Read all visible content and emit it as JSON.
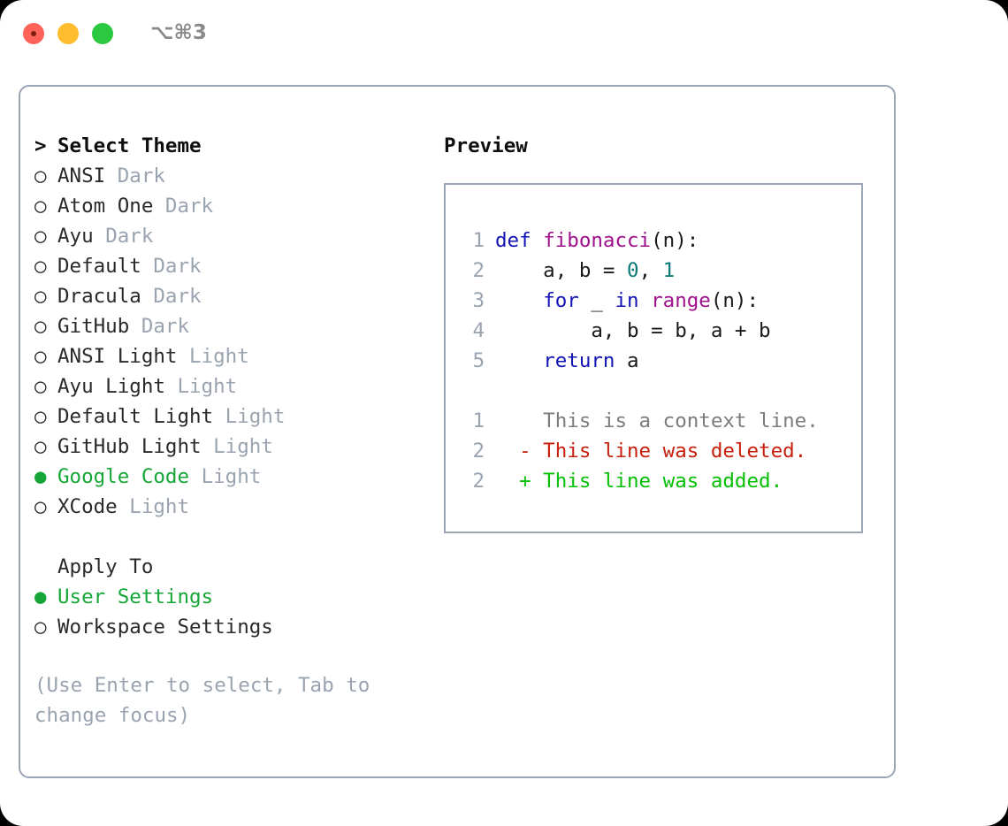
{
  "titlebar": {
    "shortcut": "⌥⌘3",
    "lights": [
      "close-red",
      "minimize-yellow",
      "zoom-green"
    ]
  },
  "theme_panel": {
    "heading": "Select Theme",
    "heading_marker": ">",
    "unselected_marker": "○",
    "selected_marker": "●",
    "items": [
      {
        "name": "ANSI",
        "variant": "Dark",
        "selected": false
      },
      {
        "name": "Atom One",
        "variant": "Dark",
        "selected": false
      },
      {
        "name": "Ayu",
        "variant": "Dark",
        "selected": false
      },
      {
        "name": "Default",
        "variant": "Dark",
        "selected": false
      },
      {
        "name": "Dracula",
        "variant": "Dark",
        "selected": false
      },
      {
        "name": "GitHub",
        "variant": "Dark",
        "selected": false
      },
      {
        "name": "ANSI Light",
        "variant": "Light",
        "selected": false
      },
      {
        "name": "Ayu Light",
        "variant": "Light",
        "selected": false
      },
      {
        "name": "Default Light",
        "variant": "Light",
        "selected": false
      },
      {
        "name": "GitHub Light",
        "variant": "Light",
        "selected": false
      },
      {
        "name": "Google Code",
        "variant": "Light",
        "selected": true
      },
      {
        "name": "XCode",
        "variant": "Light",
        "selected": false
      }
    ]
  },
  "apply_to": {
    "heading": "Apply To",
    "options": [
      {
        "label": "User Settings",
        "selected": true
      },
      {
        "label": "Workspace Settings",
        "selected": false
      }
    ]
  },
  "hint": "(Use Enter to select, Tab to change focus)",
  "preview": {
    "title": "Preview",
    "code_lines": [
      {
        "num": "1",
        "tokens": [
          {
            "t": "def ",
            "c": "kw"
          },
          {
            "t": "fibonacci",
            "c": "fn"
          },
          {
            "t": "(n):",
            "c": "plain"
          }
        ]
      },
      {
        "num": "2",
        "tokens": [
          {
            "t": "    a, b = ",
            "c": "plain"
          },
          {
            "t": "0",
            "c": "num"
          },
          {
            "t": ", ",
            "c": "plain"
          },
          {
            "t": "1",
            "c": "num"
          }
        ]
      },
      {
        "num": "3",
        "tokens": [
          {
            "t": "    ",
            "c": "plain"
          },
          {
            "t": "for",
            "c": "kw"
          },
          {
            "t": " _ ",
            "c": "plain"
          },
          {
            "t": "in",
            "c": "kw"
          },
          {
            "t": " ",
            "c": "plain"
          },
          {
            "t": "range",
            "c": "fn"
          },
          {
            "t": "(n):",
            "c": "plain"
          }
        ]
      },
      {
        "num": "4",
        "tokens": [
          {
            "t": "        a, b = b, a + b",
            "c": "plain"
          }
        ]
      },
      {
        "num": "5",
        "tokens": [
          {
            "t": "    ",
            "c": "plain"
          },
          {
            "t": "return",
            "c": "kw"
          },
          {
            "t": " a",
            "c": "plain"
          }
        ]
      }
    ],
    "diff_lines": [
      {
        "num": "1",
        "marker": " ",
        "text": " This is a context line.",
        "kind": "ctx"
      },
      {
        "num": "2",
        "marker": "-",
        "text": " This line was deleted.",
        "kind": "del"
      },
      {
        "num": "2",
        "marker": "+",
        "text": " This line was added.",
        "kind": "add"
      }
    ]
  },
  "colors": {
    "accent_green": "#16a637",
    "border": "#9aa5b5",
    "muted": "#9aa3b0",
    "keyword": "#1414b4",
    "function": "#9e108c",
    "number": "#0a7a78",
    "context": "#7c7c7c",
    "deleted": "#c8200c",
    "added": "#05c005"
  }
}
